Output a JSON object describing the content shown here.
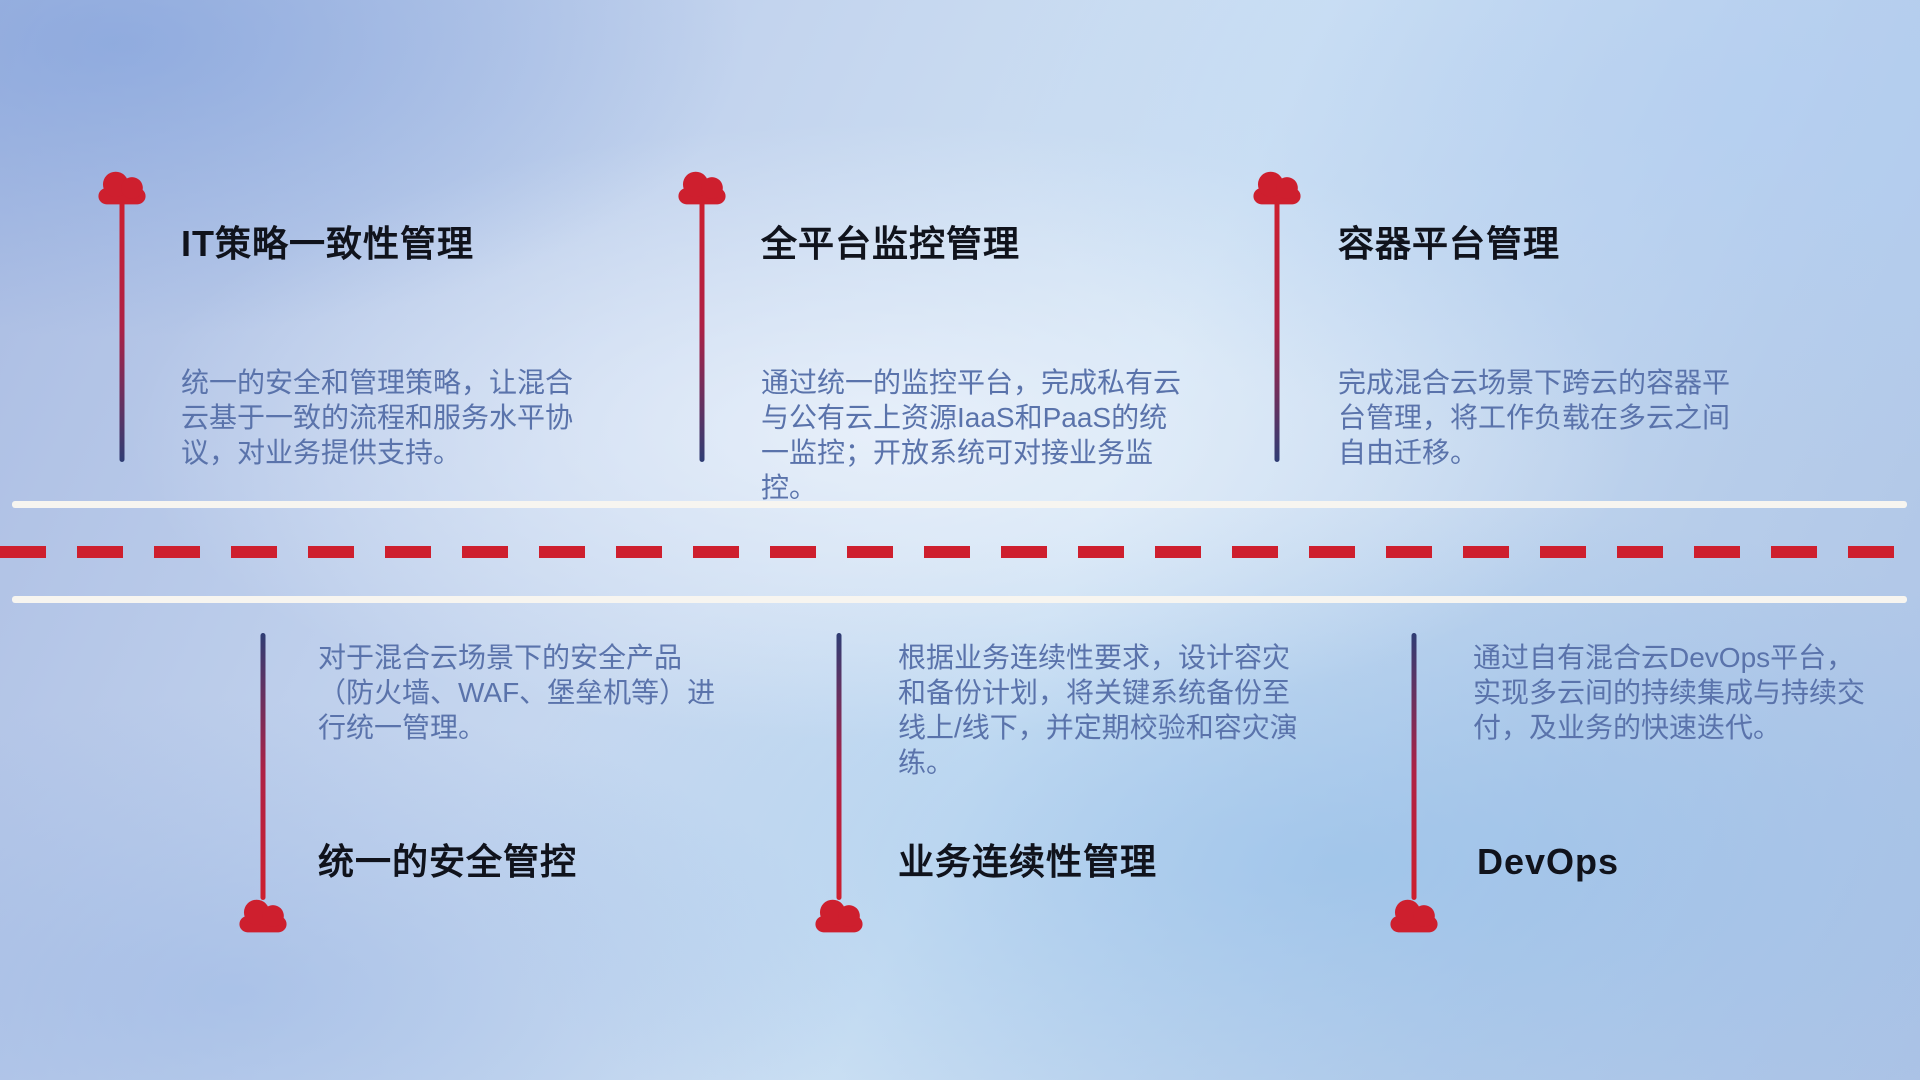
{
  "colors": {
    "accent_red": "#ce1f2e",
    "stem_navy": "#2f3d74",
    "title_text": "#10131c",
    "desc_text": "#5a73ab",
    "road_white": "#f7f5f0"
  },
  "marker_icon": "cloud-icon",
  "top_items": [
    {
      "title": "IT策略一致性管理",
      "desc": "统一的安全和管理策略，让混合云基于一致的流程和服务水平协议，对业务提供支持。"
    },
    {
      "title": "全平台监控管理",
      "desc": "通过统一的监控平台，完成私有云与公有云上资源IaaS和PaaS的统一监控；开放系统可对接业务监控。"
    },
    {
      "title": "容器平台管理",
      "desc": "完成混合云场景下跨云的容器平台管理，将工作负载在多云之间自由迁移。"
    }
  ],
  "bottom_items": [
    {
      "title": "统一的安全管控",
      "desc": "对于混合云场景下的安全产品（防火墙、WAF、堡垒机等）进行统一管理。"
    },
    {
      "title": "业务连续性管理",
      "desc": "根据业务连续性要求，设计容灾和备份计划，将关键系统备份至线上/线下，并定期校验和容灾演练。"
    },
    {
      "title": "DevOps",
      "desc": "通过自有混合云DevOps平台，实现多云间的持续集成与持续交付，及业务的快速迭代。"
    }
  ]
}
